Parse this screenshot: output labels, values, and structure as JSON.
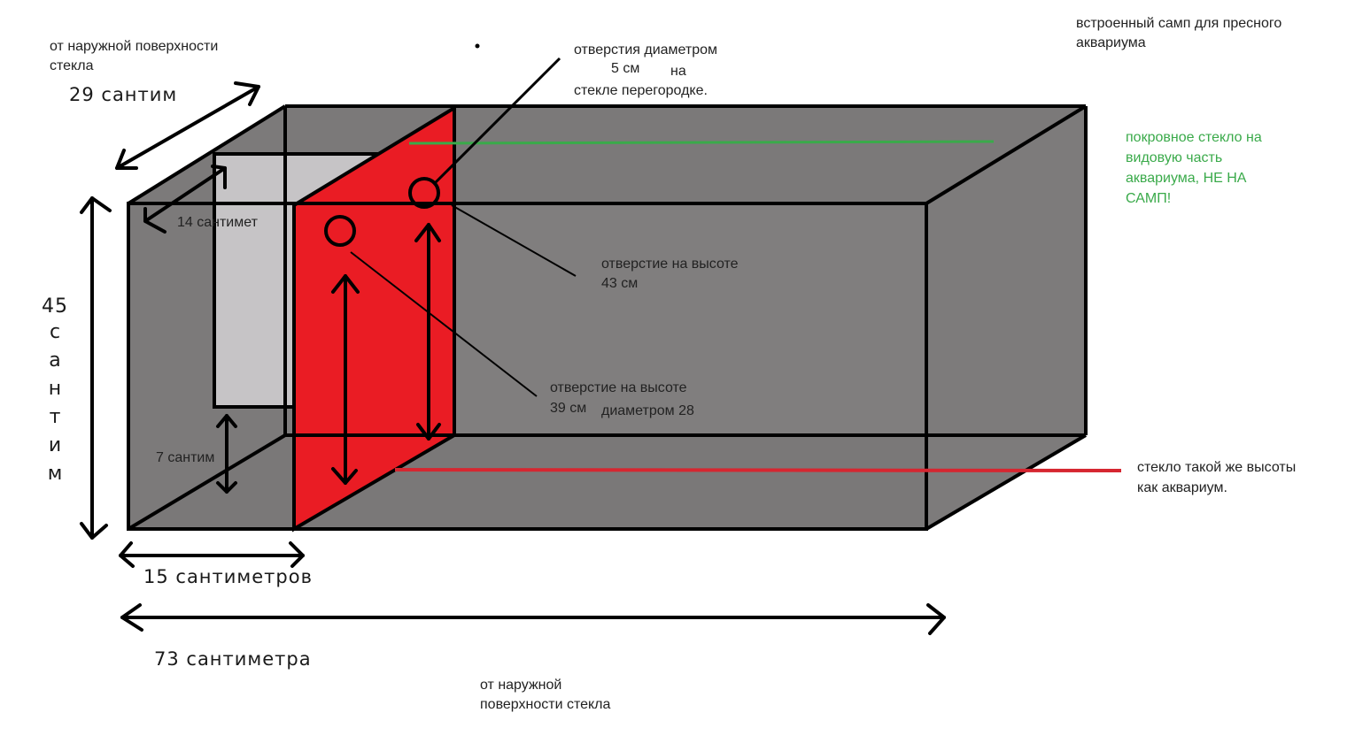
{
  "colors": {
    "tank": "#807e7e",
    "tank_dark": "#6f6d6d",
    "sump_glass": "#c6c4c6",
    "partition": "#ea1c24",
    "outline": "#000000",
    "green_line": "#3aaa4a",
    "red_line": "#d62630",
    "green_text": "#3aaa4a"
  },
  "labels": {
    "top_left_note": "от наружной поверхности\nстекла",
    "width_29": "29 сантим",
    "depth_14": "14 сантимет",
    "height_45_number": "45",
    "height_45_letters": [
      "с",
      "а",
      "н",
      "т",
      "и",
      "м"
    ],
    "height_7": "7 сантим",
    "bottom_15": "15 сантиметров",
    "length_73": "73 сантиметра",
    "bottom_note": "от наружной\nповерхности стекла",
    "holes_diameter_line1": "отверстия диаметром",
    "holes_diameter_5cm": "5 см",
    "holes_diameter_na": "на",
    "holes_diameter_line3": "стекле перегородке.",
    "hole_43": "отверстие на высоте\n43 см",
    "hole_39_line1": "отверстие на высоте",
    "hole_39_cm": "39 см",
    "hole_39_diam": "диаметром 28",
    "title": "встроенный самп для пресного\nаквариума",
    "cover_glass": "покровное стекло на\nвидовую часть\nаквариума, НЕ НА\nСАМП!",
    "same_height_glass": "стекло такой же высоты\nкак аквариум."
  }
}
